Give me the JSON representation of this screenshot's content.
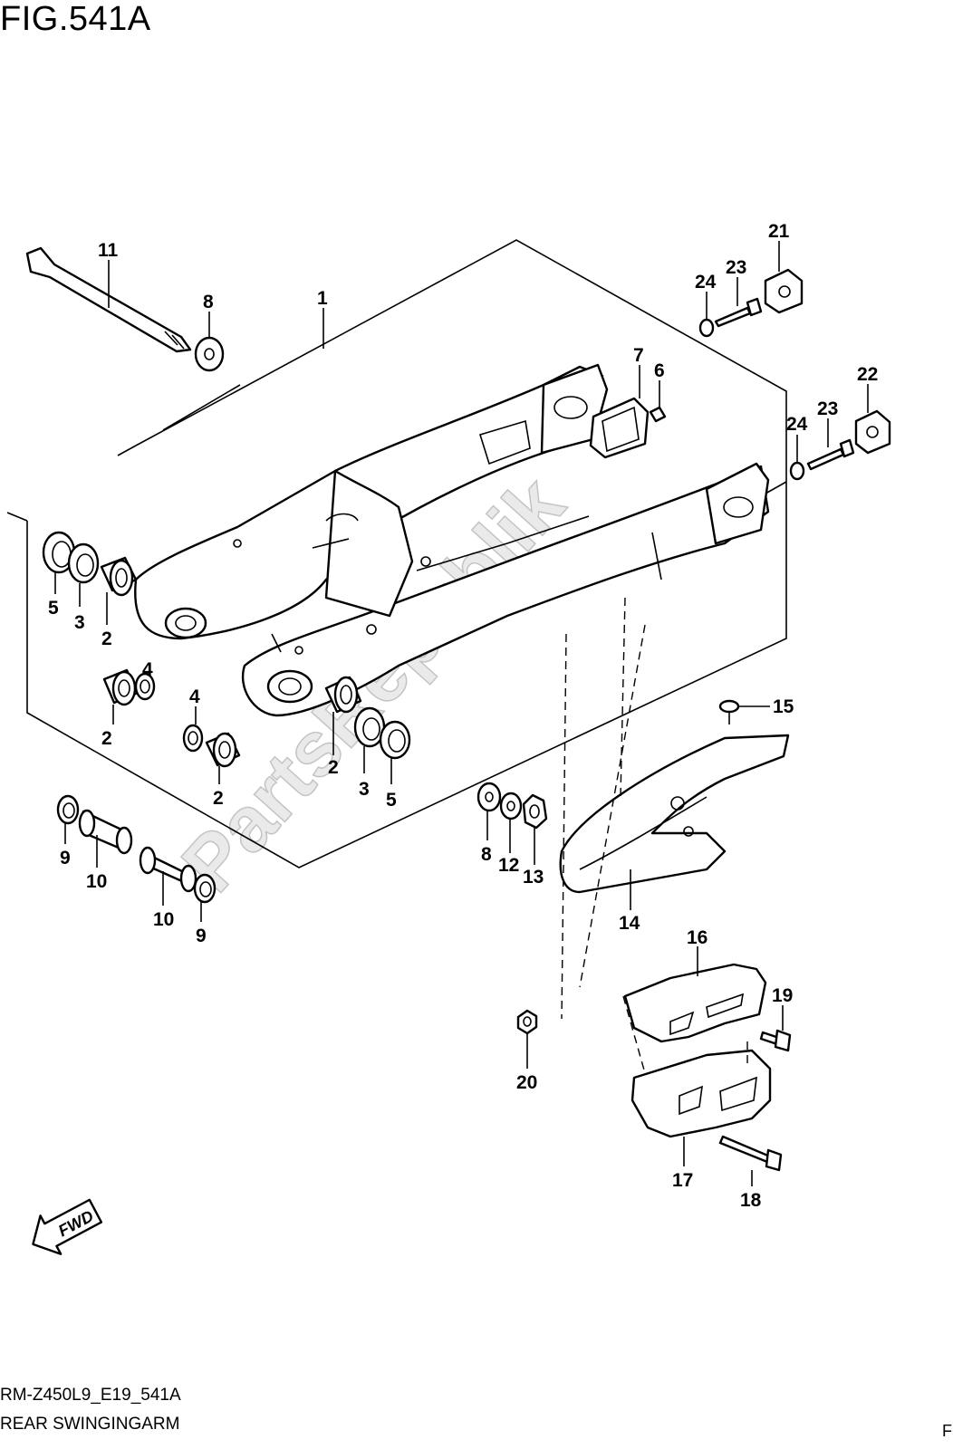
{
  "figure": {
    "title": "FIG.541A",
    "code": "RM-Z450L9_E19_541A",
    "name": "REAR SWINGINGARM",
    "page_mark": "F"
  },
  "callouts": [
    {
      "id": "c1",
      "text": "1"
    },
    {
      "id": "c2a",
      "text": "2"
    },
    {
      "id": "c2b",
      "text": "2"
    },
    {
      "id": "c2c",
      "text": "2"
    },
    {
      "id": "c2d",
      "text": "2"
    },
    {
      "id": "c3a",
      "text": "3"
    },
    {
      "id": "c3b",
      "text": "3"
    },
    {
      "id": "c4a",
      "text": "4"
    },
    {
      "id": "c4b",
      "text": "4"
    },
    {
      "id": "c5a",
      "text": "5"
    },
    {
      "id": "c5b",
      "text": "5"
    },
    {
      "id": "c6",
      "text": "6"
    },
    {
      "id": "c7",
      "text": "7"
    },
    {
      "id": "c8a",
      "text": "8"
    },
    {
      "id": "c8b",
      "text": "8"
    },
    {
      "id": "c9a",
      "text": "9"
    },
    {
      "id": "c9b",
      "text": "9"
    },
    {
      "id": "c10a",
      "text": "10"
    },
    {
      "id": "c10b",
      "text": "10"
    },
    {
      "id": "c11",
      "text": "11"
    },
    {
      "id": "c12",
      "text": "12"
    },
    {
      "id": "c13",
      "text": "13"
    },
    {
      "id": "c14",
      "text": "14"
    },
    {
      "id": "c15",
      "text": "15"
    },
    {
      "id": "c16",
      "text": "16"
    },
    {
      "id": "c17",
      "text": "17"
    },
    {
      "id": "c18",
      "text": "18"
    },
    {
      "id": "c19",
      "text": "19"
    },
    {
      "id": "c20",
      "text": "20"
    },
    {
      "id": "c21",
      "text": "21"
    },
    {
      "id": "c22",
      "text": "22"
    },
    {
      "id": "c23a",
      "text": "23"
    },
    {
      "id": "c23b",
      "text": "23"
    },
    {
      "id": "c24a",
      "text": "24"
    },
    {
      "id": "c24b",
      "text": "24"
    }
  ],
  "fwd_badge": "FWD",
  "watermark": "PartsRepublik"
}
